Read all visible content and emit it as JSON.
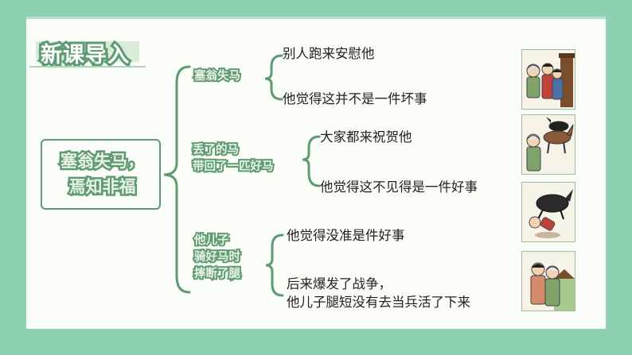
{
  "header": {
    "title": "新课导入"
  },
  "root": {
    "line1": "塞翁失马，",
    "line2": "焉知非福"
  },
  "branches": [
    {
      "label_lines": [
        "塞翁失马"
      ],
      "leaves": [
        "别人跑来安慰他",
        "他觉得这并不是一件坏事"
      ]
    },
    {
      "label_lines": [
        "丢了的马",
        "带回了一匹好马"
      ],
      "leaves": [
        "大家都来祝贺他",
        "他觉得这不见得是一件好事"
      ]
    },
    {
      "label_lines": [
        "他儿子",
        "骑好马时",
        "摔断了腿"
      ],
      "leaves": [
        "他觉得没准是件好事",
        "后来爆发了战争，",
        "他儿子腿短没有去当兵活了下来"
      ]
    }
  ],
  "illustrations": [
    {
      "icon": "neighbors-consoling-icon"
    },
    {
      "icon": "horses-returning-icon"
    },
    {
      "icon": "son-falling-from-horse-icon"
    },
    {
      "icon": "father-and-son-icon"
    }
  ],
  "colors": {
    "background": "#8fcfb2",
    "card": "#fbfdf8",
    "accent": "#5e9a72"
  }
}
